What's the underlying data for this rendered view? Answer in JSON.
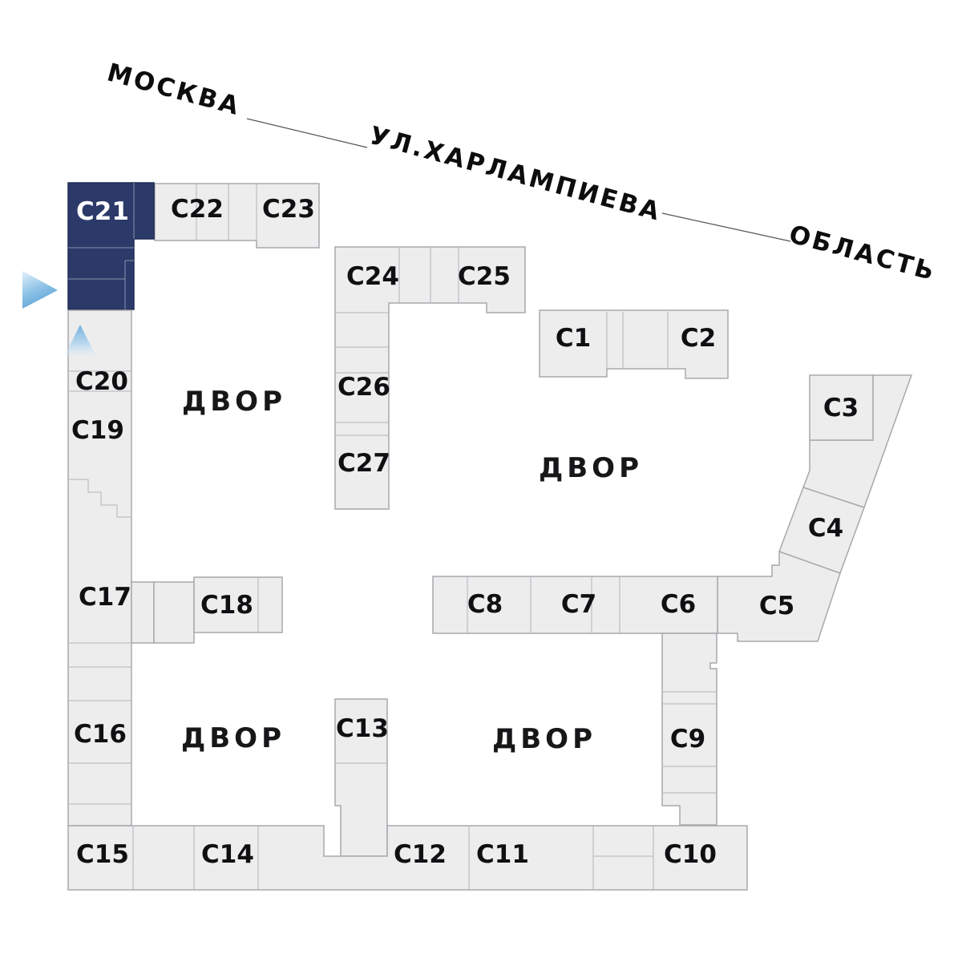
{
  "map_title": "site-plan-building-picker",
  "streets": {
    "moskva": "МОСКВА",
    "kharlampieva": "УЛ.ХАРЛАМПИЕВА",
    "oblast": "ОБЛАСТЬ"
  },
  "courtyards": {
    "nw": {
      "label": "ДВОР"
    },
    "ne": {
      "label": "ДВОР"
    },
    "sw": {
      "label": "ДВОР"
    },
    "se": {
      "label": "ДВОР"
    }
  },
  "selected_building": "С21",
  "buildings": {
    "c1": {
      "label": "С1"
    },
    "c2": {
      "label": "С2"
    },
    "c3": {
      "label": "С3"
    },
    "c4": {
      "label": "С4"
    },
    "c5": {
      "label": "С5"
    },
    "c6": {
      "label": "С6"
    },
    "c7": {
      "label": "С7"
    },
    "c8": {
      "label": "С8"
    },
    "c9": {
      "label": "С9"
    },
    "c10": {
      "label": "С10"
    },
    "c11": {
      "label": "С11"
    },
    "c12": {
      "label": "С12"
    },
    "c13": {
      "label": "С13"
    },
    "c14": {
      "label": "С14"
    },
    "c15": {
      "label": "С15"
    },
    "c16": {
      "label": "С16"
    },
    "c17": {
      "label": "С17"
    },
    "c18": {
      "label": "С18"
    },
    "c19": {
      "label": "С19"
    },
    "c20": {
      "label": "С20"
    },
    "c21": {
      "label": "С21",
      "selected": true
    },
    "c22": {
      "label": "С22"
    },
    "c23": {
      "label": "С23"
    },
    "c24": {
      "label": "С24"
    },
    "c25": {
      "label": "С25"
    },
    "c26": {
      "label": "С26"
    },
    "c27": {
      "label": "С27"
    }
  },
  "colors": {
    "selected_fill": "#2B3A69",
    "block_fill": "#EDEDEE",
    "block_border": "#A8A8AD",
    "arrow_blue": "#6CABDB",
    "background": "#FFFFFF"
  }
}
